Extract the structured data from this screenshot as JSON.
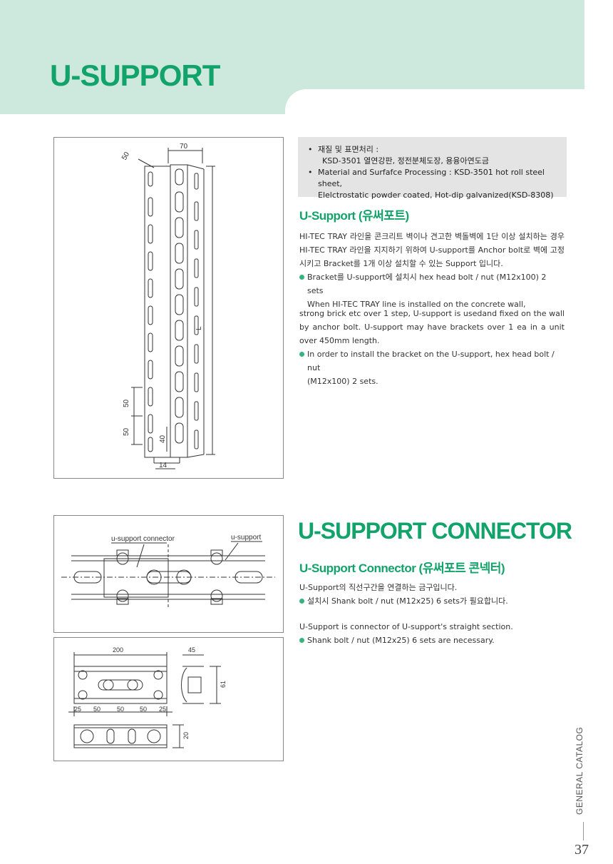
{
  "page": {
    "title": "U-SUPPORT",
    "side_label": "GENERAL CATALOG",
    "page_number": "37"
  },
  "u_support": {
    "drawing_dims": {
      "top_width": "70",
      "flange": "50",
      "length": "L",
      "pitch1": "50",
      "pitch2": "50",
      "slot": "40",
      "base": "14"
    },
    "spec_ko_label": "재질 및 표면처리 :",
    "spec_ko_value": "KSD-3501 열연강판, 정전분체도장, 용융아연도금",
    "spec_en_label": "Material and Surfafce Processing : KSD-3501 hot roll steel sheet,",
    "spec_en_value": "Elelctrostatic powder coated, Hot-dip galvanized(KSD-8308)",
    "subtitle": "U-Support (유써포트)",
    "ko_paragraph": "HI-TEC TRAY 라인을 콘크리트 벽이나 견고한 벽돌벽에 1단 이상 설치하는 경우 HI-TEC TRAY 라인을 지지하기 위하여 U-support를 Anchor bolt로 벽에 고정시키고 Bracket를 1개 이상 설치할 수 있는 Support 입니다.",
    "ko_bullet_line1": "Bracket를 U-support에 설치시 hex head bolt / nut (M12x100) 2 sets",
    "ko_bullet_line2": "When HI-TEC TRAY line is installed on the concrete wall,",
    "en_paragraph": "strong brick etc over 1 step, U-support is usedand fixed on the wall by anchor bolt. U-support may have brackets over 1 ea in a unit over 450mm length.",
    "en_bullet_line1": "In order to install the bracket on the U-support, hex head bolt / nut",
    "en_bullet_line2": "(M12x100) 2 sets."
  },
  "connector": {
    "title": "U-SUPPORT CONNECTOR",
    "subtitle": "U-Support Connector (유써포트 콘넥터)",
    "diagram_label_connector": "u-support connector",
    "diagram_label_support": "u-support",
    "drawing_dims": {
      "length": "200",
      "width": "45",
      "height": "61",
      "p1": "25",
      "p2": "50",
      "p3": "50",
      "p4": "50",
      "p5": "25",
      "thick": "20"
    },
    "ko_line": "U-Support의 직선구간을 연결하는 금구입니다.",
    "ko_bullet": "설치시 Shank bolt / nut (M12x25) 6 sets가 필요합니다.",
    "en_line": "U-Support is connector of U-support's straight section.",
    "en_bullet": "Shank bolt / nut (M12x25) 6 sets are necessary."
  }
}
